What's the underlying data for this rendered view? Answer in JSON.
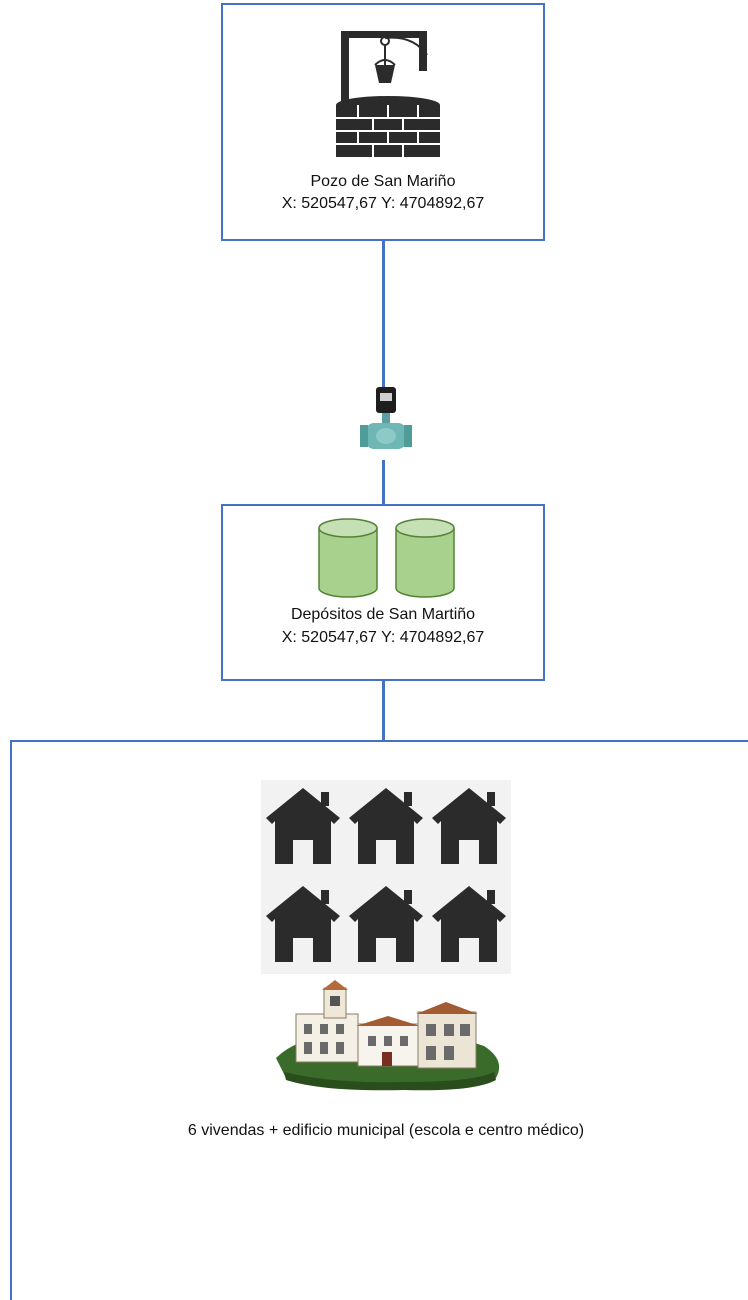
{
  "well": {
    "name": "Pozo de San Mariño",
    "coords": "X: 520547,67 Y: 4704892,67",
    "icon": "well-icon"
  },
  "valve": {
    "icon": "flow-meter-valve-icon"
  },
  "tanks": {
    "name": "Depósitos de San Martiño",
    "coords": "X: 520547,67 Y: 4704892,67",
    "icon": "cylinder-tank-icon",
    "fill_color": "#a9d18e",
    "stroke_color": "#548235"
  },
  "village": {
    "caption": "6 vivendas + edificio municipal (escola e centro médico)",
    "house_count": 6,
    "house_icon": "house-icon",
    "building_icon": "municipal-building-icon"
  },
  "colors": {
    "line": "#4472c4",
    "icon_dark": "#2b2b2b"
  }
}
